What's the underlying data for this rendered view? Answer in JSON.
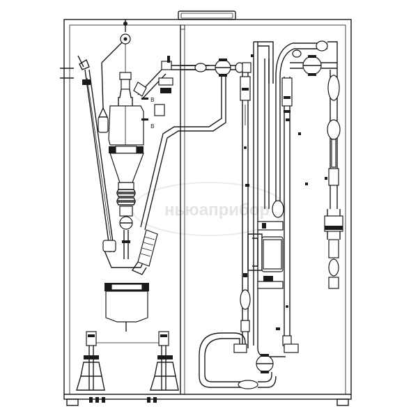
{
  "diagram": {
    "labels": {
      "valve_upper": "B",
      "valve_lower": "B"
    },
    "watermark": "ньюаприбор"
  }
}
